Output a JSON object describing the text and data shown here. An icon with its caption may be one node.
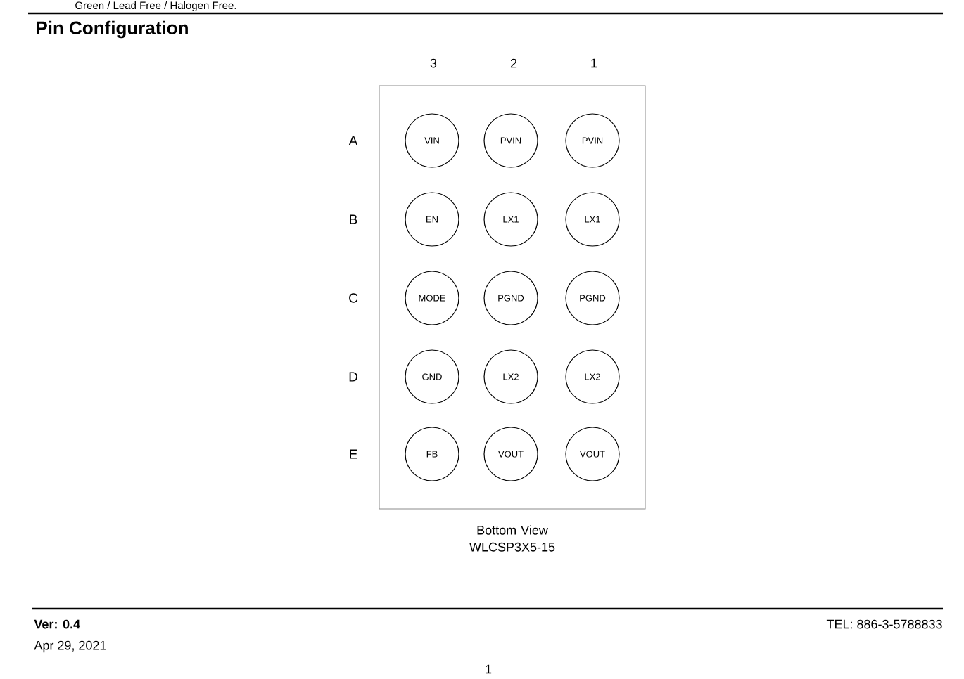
{
  "diagram": {
    "title": "Pin Configuration",
    "nodes": [
      {
        "text": [],
        "shape": "box",
        "beside": [
          "Bottom View WLCSP3X5-15"
        ]
      },
      {
        "text": [
          "VIN"
        ],
        "in": 0
      },
      {
        "text": [
          "PVIN"
        ],
        "in": 0
      },
      {
        "text": [
          "PVIN"
        ],
        "in": 0
      },
      {
        "text": [
          "EN"
        ],
        "in": 0
      },
      {
        "text": [
          "LX1"
        ],
        "in": 0
      },
      {
        "text": [
          "LX1"
        ],
        "in": 0
      },
      {
        "text": [
          "MODE"
        ],
        "in": 0
      },
      {
        "text": [
          "PGND"
        ],
        "in": 0
      },
      {
        "text": [
          "PGND"
        ],
        "in": 0
      },
      {
        "text": [
          "GND"
        ],
        "in": 0
      },
      {
        "text": [
          "LX2"
        ],
        "in": 0
      },
      {
        "text": [
          "LX2"
        ],
        "in": 0
      },
      {
        "text": [
          "FB"
        ],
        "in": 0
      },
      {
        "text": [
          "VOUT"
        ],
        "in": 0
      },
      {
        "text": [
          "VOUT"
        ],
        "in": 0
      }
    ],
    "labels": [
      "Green / Lead Free / Halogen Free.",
      "3",
      "2",
      "1",
      "A",
      "B",
      "C",
      "D",
      "E",
      "Ver: 0.4",
      "Apr 29, 2021",
      "TEL: 886-3-5788833",
      "1"
    ]
  }
}
